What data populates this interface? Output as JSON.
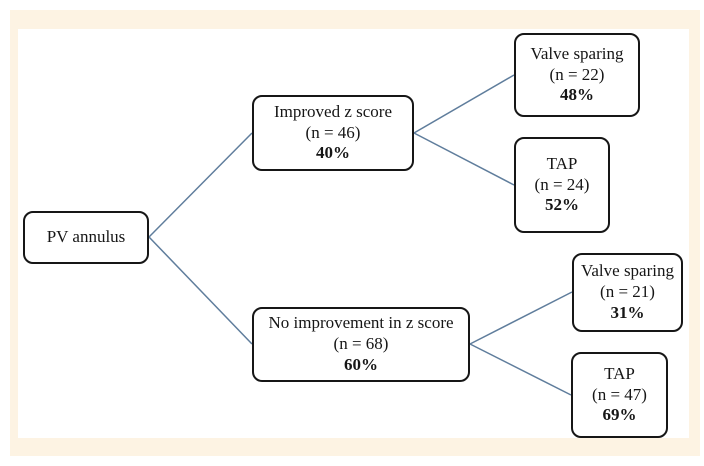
{
  "figure": {
    "frame_color": "#fdf3e3",
    "connector_color": "#5f7d9c",
    "node_border_color": "#161616",
    "root": {
      "label": "PV annulus"
    },
    "branches": [
      {
        "label": "Improved z score",
        "n": "(n = 46)",
        "pct": "40%",
        "children": [
          {
            "label": "Valve sparing",
            "n": "(n = 22)",
            "pct": "48%"
          },
          {
            "label": "TAP",
            "n": "(n = 24)",
            "pct": "52%"
          }
        ]
      },
      {
        "label": "No improvement in z score",
        "n": "(n = 68)",
        "pct": "60%",
        "children": [
          {
            "label": "Valve sparing",
            "n": "(n = 21)",
            "pct": "31%"
          },
          {
            "label": "TAP",
            "n": "(n = 47)",
            "pct": "69%"
          }
        ]
      }
    ]
  }
}
